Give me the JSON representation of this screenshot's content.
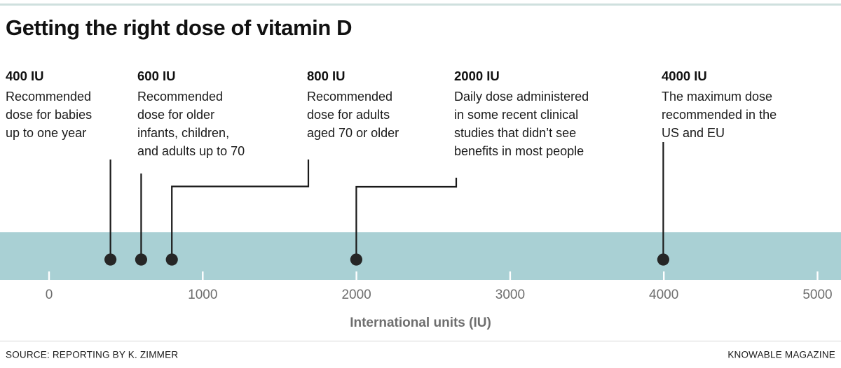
{
  "title": "Getting the right dose of vitamin D",
  "colors": {
    "band": "#a9d0d4",
    "top_rule": "#cfe0de",
    "leader_line": "#1a1a1a",
    "dot": "#262626",
    "tick_label": "#6e6e6e",
    "tick_mark": "#ffffff",
    "text": "#1a1a1a"
  },
  "annotations": [
    {
      "value": "400 IU",
      "description": "Recommended dose for babies up to one year",
      "lines": [
        "Recommended",
        "dose for babies",
        "up to one year"
      ],
      "iu": 400
    },
    {
      "value": "600 IU",
      "description": "Recommended dose for older infants, children, and adults up to 70",
      "lines": [
        "Recommended",
        "dose for older",
        "infants, children,",
        "and adults up to 70"
      ],
      "iu": 600
    },
    {
      "value": "800 IU",
      "description": "Recommended dose for adults aged 70 or older",
      "lines": [
        "Recommended",
        "dose for adults",
        "aged 70 or older"
      ],
      "iu": 800
    },
    {
      "value": "2000 IU",
      "description": "Daily dose administered in some recent clinical studies that didn’t see benefits in most people",
      "lines": [
        "Daily dose administered",
        "in some recent clinical",
        "studies that didn’t see",
        "benefits in most people"
      ],
      "iu": 2000
    },
    {
      "value": "4000 IU",
      "description": "The maximum dose recommended in the US and EU",
      "lines": [
        "The maximum dose",
        "recommended in the",
        "US and EU"
      ],
      "iu": 4000
    }
  ],
  "axis": {
    "title": "International units (IU)",
    "ticks": [
      0,
      1000,
      2000,
      3000,
      4000,
      5000
    ],
    "tick_labels": [
      "0",
      "1000",
      "2000",
      "3000",
      "4000",
      "5000"
    ],
    "min": 0,
    "max": 5000
  },
  "footer": {
    "source": "SOURCE: REPORTING BY K. ZIMMER",
    "brand": "KNOWABLE MAGAZINE"
  },
  "chart_data": {
    "type": "scatter",
    "title": "Getting the right dose of vitamin D",
    "xlabel": "International units (IU)",
    "ylabel": "",
    "xlim": [
      0,
      5000
    ],
    "grid": false,
    "legend": "none",
    "x": [
      400,
      600,
      800,
      2000,
      4000
    ],
    "labels": [
      "400 IU",
      "600 IU",
      "800 IU",
      "2000 IU",
      "4000 IU"
    ],
    "annotations": [
      "Recommended dose for babies up to one year",
      "Recommended dose for older infants, children, and adults up to 70",
      "Recommended dose for adults aged 70 or older",
      "Daily dose administered in some recent clinical studies that didn’t see benefits in most people",
      "The maximum dose recommended in the US and EU"
    ],
    "xticks": [
      0,
      1000,
      2000,
      3000,
      4000,
      5000
    ],
    "xticklabels": [
      "0",
      "1000",
      "2000",
      "3000",
      "4000",
      "5000"
    ]
  }
}
